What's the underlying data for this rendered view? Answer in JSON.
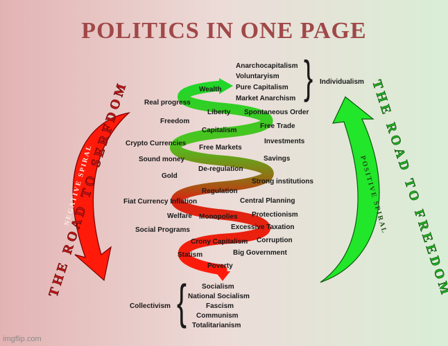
{
  "title": "POLITICS IN ONE PAGE",
  "left_banner": "THE ROAD TO SERFDOM",
  "right_banner": "THE ROAD TO FREEDOM",
  "negative_arrow_label": "NEGATIVE SPIRAL",
  "positive_arrow_label": "POSITIVE SPIRAL",
  "top_group": {
    "items": [
      "Anarchocapitalism",
      "Voluntaryism",
      "Pure Capitalism",
      "Market Anarchism"
    ],
    "label": "Individualism"
  },
  "spiral_terms": {
    "wealth": "Wealth",
    "real_progress": "Real progress",
    "liberty": "Liberty",
    "spontaneous_order": "Spontaneous Order",
    "freedom": "Freedom",
    "capitalism": "Capitalism",
    "free_trade": "Free Trade",
    "crypto_currencies": "Crypto Currencies",
    "investments": "Investments",
    "free_markets": "Free Markets",
    "sound_money": "Sound money",
    "savings": "Savings",
    "de_regulation": "De-regulation",
    "gold": "Gold",
    "strong_institutions": "Strong institutions",
    "regulation": "Regulation",
    "fiat_currency_inflation": "Fiat Currency Inflation",
    "central_planning": "Central Planning",
    "welfare": "Welfare",
    "monopolies": "Monopolies",
    "protectionism": "Protectionism",
    "excessive_taxation": "Excessive Taxation",
    "social_programs": "Social Programs",
    "crony_capitalism": "Crony Capitalism",
    "corruption": "Corruption",
    "statism": "Statism",
    "big_government": "Big Government",
    "poverty": "Poverty"
  },
  "bottom_group": {
    "items": [
      "Socialism",
      "National Socialism",
      "Fascism",
      "Communism",
      "Totalitarianism"
    ],
    "label": "Collectivism"
  },
  "watermark": "imgflip.com",
  "colors": {
    "title": "#a04848",
    "negative_arrow": "#ff1a0a",
    "positive_arrow": "#22e62a",
    "side_banner_left": "#c01818",
    "side_banner_right": "#20b020"
  }
}
